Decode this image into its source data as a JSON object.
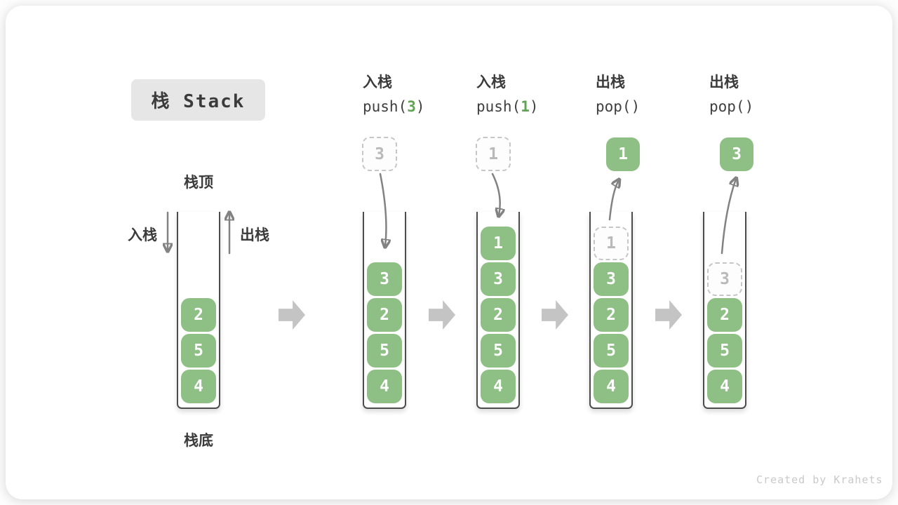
{
  "title": "栈 Stack",
  "watermark": "Created by Krahets",
  "side_labels": {
    "stack_top": "栈顶",
    "stack_bottom": "栈底",
    "push": "入栈",
    "pop": "出栈"
  },
  "colors": {
    "element_green": "#8ebf85",
    "code_arg_green": "#61a355",
    "arrow_gray": "#828282",
    "block_arrow_gray": "#c4c4c4",
    "title_box_bg": "#e6e6e6",
    "text_dark": "#3b3b3b",
    "dashed_gray": "#c6c6c6"
  },
  "steps": [
    {
      "header_cn": "",
      "code_pre": "",
      "code_arg": "",
      "code_post": "",
      "floating": null,
      "stack": [
        {
          "v": "2",
          "t": "solid"
        },
        {
          "v": "5",
          "t": "solid"
        },
        {
          "v": "4",
          "t": "solid"
        }
      ]
    },
    {
      "header_cn": "入栈",
      "code_pre": "push(",
      "code_arg": "3",
      "code_post": ")",
      "floating": {
        "v": "3",
        "t": "dashed"
      },
      "stack": [
        {
          "v": "3",
          "t": "solid"
        },
        {
          "v": "2",
          "t": "solid"
        },
        {
          "v": "5",
          "t": "solid"
        },
        {
          "v": "4",
          "t": "solid"
        }
      ]
    },
    {
      "header_cn": "入栈",
      "code_pre": "push(",
      "code_arg": "1",
      "code_post": ")",
      "floating": {
        "v": "1",
        "t": "dashed"
      },
      "stack": [
        {
          "v": "1",
          "t": "solid"
        },
        {
          "v": "3",
          "t": "solid"
        },
        {
          "v": "2",
          "t": "solid"
        },
        {
          "v": "5",
          "t": "solid"
        },
        {
          "v": "4",
          "t": "solid"
        }
      ]
    },
    {
      "header_cn": "出栈",
      "code_pre": "pop()",
      "code_arg": "",
      "code_post": "",
      "floating": {
        "v": "1",
        "t": "solid"
      },
      "stack": [
        {
          "v": "1",
          "t": "dashed"
        },
        {
          "v": "3",
          "t": "solid"
        },
        {
          "v": "2",
          "t": "solid"
        },
        {
          "v": "5",
          "t": "solid"
        },
        {
          "v": "4",
          "t": "solid"
        }
      ]
    },
    {
      "header_cn": "出栈",
      "code_pre": "pop()",
      "code_arg": "",
      "code_post": "",
      "floating": {
        "v": "3",
        "t": "solid"
      },
      "stack": [
        {
          "v": "3",
          "t": "dashed"
        },
        {
          "v": "2",
          "t": "solid"
        },
        {
          "v": "5",
          "t": "solid"
        },
        {
          "v": "4",
          "t": "solid"
        }
      ]
    }
  ]
}
